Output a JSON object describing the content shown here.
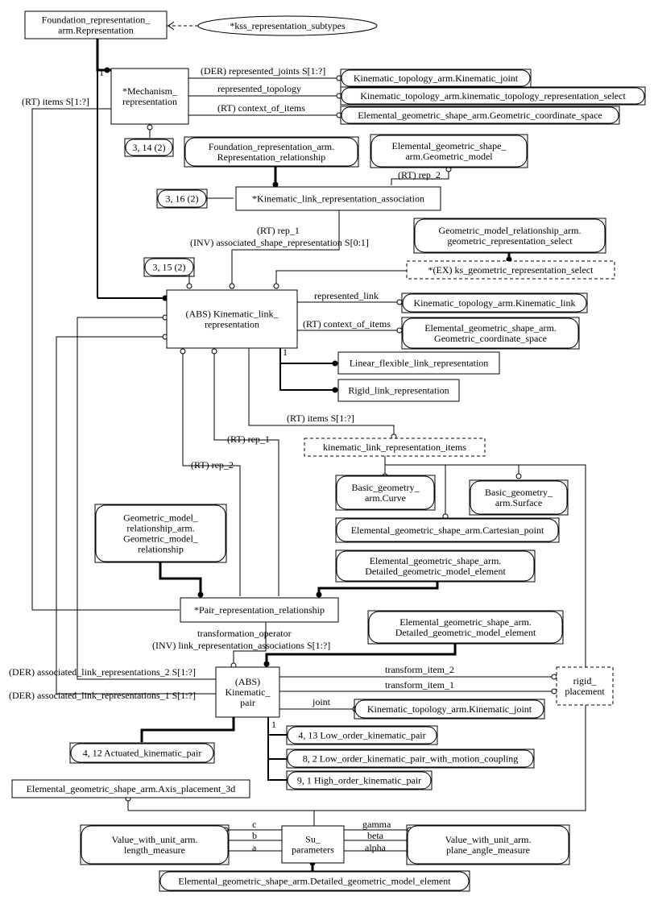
{
  "boxes": {
    "foundation_representation": [
      "Foundation_representation_",
      "arm.Representation"
    ],
    "kss_subtypes": [
      "*kss_representation_subtypes"
    ],
    "mechanism_representation": [
      "*Mechanism_",
      "representation"
    ],
    "kinematic_joint_top": [
      "Kinematic_topology_arm.Kinematic_joint"
    ],
    "kinematic_topology_select": [
      "Kinematic_topology_arm.kinematic_topology_representation_select"
    ],
    "coordinate_space_top": [
      "Elemental_geometric_shape_arm.Geometric_coordinate_space"
    ],
    "representation_relationship": [
      "Foundation_representation_arm.",
      "Representation_relationship"
    ],
    "geometric_model": [
      "Elemental_geometric_shape_",
      "arm.Geometric_model"
    ],
    "link_rep_association": [
      "*Kinematic_link_representation_association"
    ],
    "geom_rep_select": [
      "Geometric_model_relationship_arm.",
      "geometric_representation_select"
    ],
    "ks_geom_rep_select": [
      "*(EX) ks_geometric_representation_select"
    ],
    "kinematic_link_representation": [
      "(ABS) Kinematic_link_",
      "representation"
    ],
    "kinematic_link": [
      "Kinematic_topology_arm.Kinematic_link"
    ],
    "coordinate_space_mid": [
      "Elemental_geometric_shape_arm.",
      "Geometric_coordinate_space"
    ],
    "linear_flexible_link": [
      "Linear_flexible_link_representation"
    ],
    "rigid_link": [
      "Rigid_link_representation"
    ],
    "link_rep_items": [
      "kinematic_link_representation_items"
    ],
    "basic_curve": [
      "Basic_geometry_",
      "arm.Curve"
    ],
    "basic_surface": [
      "Basic_geometry_",
      "arm.Surface"
    ],
    "cartesian_point": [
      "Elemental_geometric_shape_arm.Cartesian_point"
    ],
    "geom_model_relationship": [
      "Geometric_model_",
      "relationship_arm.",
      "Geometric_model_",
      "relationship"
    ],
    "detailed_element_1": [
      "Elemental_geometric_shape_arm.",
      "Detailed_geometric_model_element"
    ],
    "pair_rep_relationship": [
      "*Pair_representation_relationship"
    ],
    "detailed_element_2": [
      "Elemental_geometric_shape_arm.",
      "Detailed_geometric_model_element"
    ],
    "kinematic_pair": [
      "(ABS)",
      "Kinematic_",
      "pair"
    ],
    "rigid_placement": [
      "rigid_",
      "placement"
    ],
    "kinematic_joint_bottom": [
      "Kinematic_topology_arm.Kinematic_joint"
    ],
    "low_order_pair": [
      "4, 13 Low_order_kinematic_pair"
    ],
    "low_order_pair_coupling": [
      "8, 2 Low_order_kinematic_pair_with_motion_coupling"
    ],
    "high_order_pair": [
      "9, 1 High_order_kinematic_pair"
    ],
    "actuated_pair": [
      "4, 12 Actuated_kinematic_pair"
    ],
    "axis_placement": [
      "Elemental_geometric_shape_arm.Axis_placement_3d"
    ],
    "length_measure": [
      "Value_with_unit_arm.",
      "length_measure"
    ],
    "su_parameters": [
      "Su_",
      "parameters"
    ],
    "plane_angle_measure": [
      "Value_with_unit_arm.",
      "plane_angle_measure"
    ],
    "detailed_element_3": [
      "Elemental_geometric_shape_arm.Detailed_geometric_model_element"
    ],
    "page_ref_3_14": [
      "3, 14 (2)"
    ],
    "page_ref_3_16": [
      "3, 16 (2)"
    ],
    "page_ref_3_15": [
      "3, 15 (2)"
    ]
  },
  "labels": {
    "represented_joints": "(DER) represented_joints S[1:?]",
    "represented_topology": "represented_topology",
    "context_of_items_top": "(RT) context_of_items",
    "items_left": "(RT) items S[1:?]",
    "rep_2_top": "(RT) rep_2",
    "rep_1_top": "(RT) rep_1",
    "associated_shape_rep": "(INV) associated_shape_representation S[0:1]",
    "represented_link": "represented_link",
    "context_of_items_mid": "(RT) context_of_items",
    "items_mid": "(RT) items S[1:?]",
    "rep_1_mid": "(RT) rep_1",
    "rep_2_mid": "(RT) rep_2",
    "transformation_operator": "transformation_operator",
    "link_rep_associations": "(INV) link_representation_associations S[1:?]",
    "assoc_link_reps_2": "(DER) associated_link_representations_2 S[1:?]",
    "assoc_link_reps_1": "(DER) associated_link_representations_1 S[1:?]",
    "transform_item_2": "transform_item_2",
    "transform_item_1": "transform_item_1",
    "joint": "joint",
    "c": "c",
    "b": "b",
    "a": "a",
    "gamma": "gamma",
    "beta": "beta",
    "alpha": "alpha",
    "one_mechanism": "1",
    "one_link": "1",
    "one_pair": "1"
  }
}
